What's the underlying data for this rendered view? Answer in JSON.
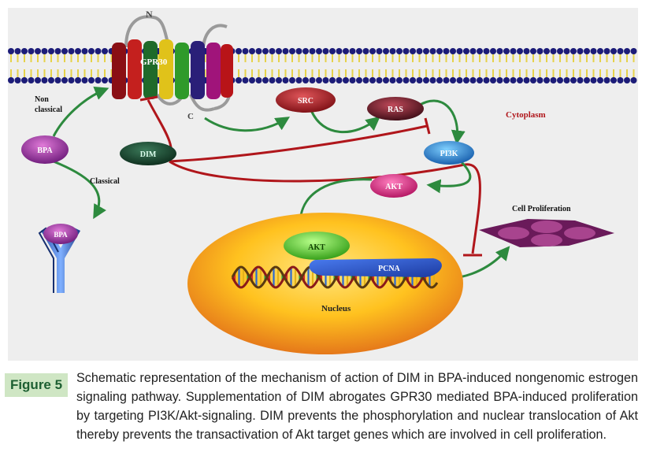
{
  "figure": {
    "labels": {
      "n_terminus": "N",
      "c_terminus": "C",
      "receptor": "GPR30",
      "non_classical": "Non\nclassical",
      "classical": "Classical",
      "bpa_free": "BPA",
      "bpa_bound": "BPA",
      "dim": "DIM",
      "src": "SRC",
      "ras": "RAS",
      "pi3k": "PI3K",
      "akt_cytoplasm": "AKT",
      "akt_nucleus": "AKT",
      "pcna": "PCNA",
      "cytoplasm": "Cytoplasm",
      "nucleus": "Nucleus",
      "cell_proliferation": "Cell Proliferation"
    },
    "colors": {
      "activation_arrow": "#2d8a3e",
      "inhibition_line": "#b0161b",
      "membrane_head": "#1c1c78",
      "membrane_tail": "#e6d24a",
      "nucleus_outer": "#f4a31c",
      "nucleus_inner": "#ffd34a"
    }
  },
  "caption": {
    "tag": "Figure 5",
    "text": "Schematic representation of the mechanism of action of DIM in BPA-induced nongenomic estrogen signaling pathway. Supplementation of DIM abrogates GPR30 mediated BPA-induced proliferation by targeting PI3K/Akt-signaling. DIM prevents the phosphorylation and nuclear translocation of Akt thereby prevents the transactivation of Akt target genes which are involved in cell proliferation."
  }
}
